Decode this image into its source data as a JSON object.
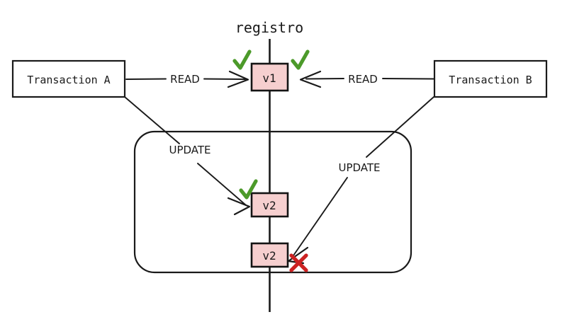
{
  "diagram": {
    "title": "registro",
    "actors": [
      {
        "id": "transaction-a",
        "label": "Transaction A"
      },
      {
        "id": "transaction-b",
        "label": "Transaction B"
      }
    ],
    "versions": [
      {
        "id": "v1",
        "label": "v1",
        "status": "committed"
      },
      {
        "id": "v2-first",
        "label": "v2",
        "status": "committed"
      },
      {
        "id": "v2-second",
        "label": "v2",
        "status": "rejected"
      }
    ],
    "operations": [
      {
        "id": "read-a",
        "label": "READ",
        "from": "transaction-a",
        "to": "v1",
        "outcome": "success"
      },
      {
        "id": "read-b",
        "label": "READ",
        "from": "transaction-b",
        "to": "v1",
        "outcome": "success"
      },
      {
        "id": "update-a",
        "label": "UPDATE",
        "from": "transaction-a",
        "to": "v2-first",
        "outcome": "success"
      },
      {
        "id": "update-b",
        "label": "UPDATE",
        "from": "transaction-b",
        "to": "v2-second",
        "outcome": "failure"
      }
    ],
    "markers": {
      "success_glyph": "check",
      "failure_glyph": "cross"
    },
    "colors": {
      "version_fill": "#f6cfcf",
      "stroke": "#1a1a1a",
      "success": "#4c9a2a",
      "failure": "#cc2222",
      "background": "#ffffff"
    }
  }
}
